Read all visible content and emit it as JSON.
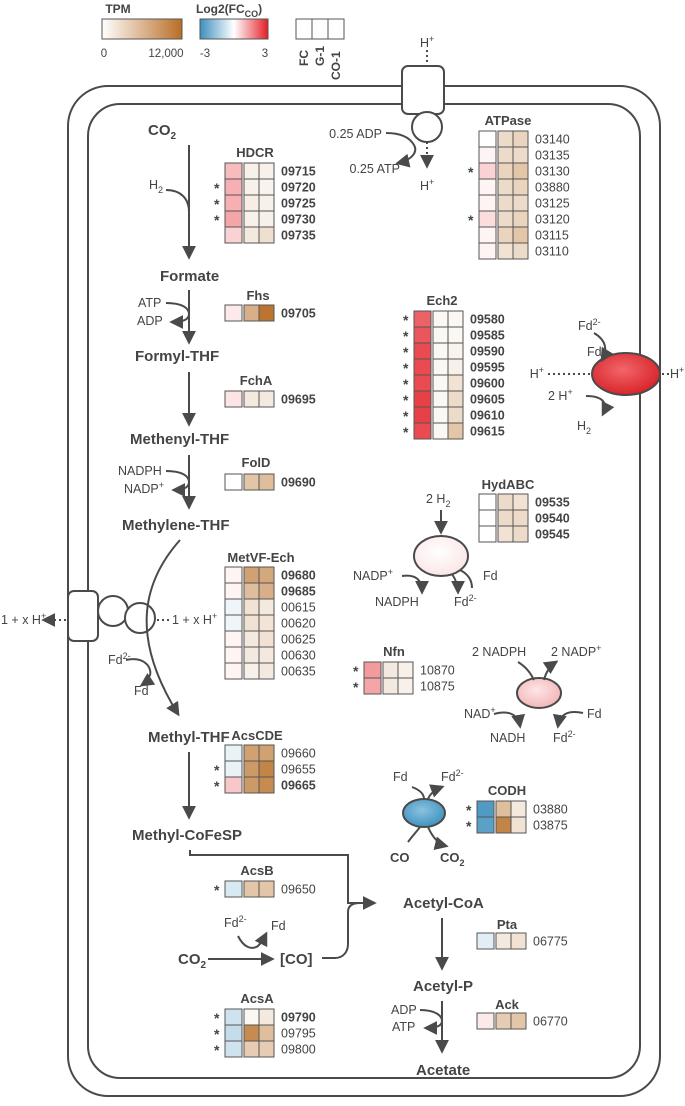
{
  "colors": {
    "tpm_low": "#ffffff",
    "tpm_high": "#b86e26",
    "fc_low": "#3d8fbd",
    "fc_mid": "#ffffff",
    "fc_high": "#e41e26",
    "line": "#4a4a4a",
    "cell_border": "#555555"
  },
  "legend": {
    "tpm_title": "TPM",
    "tpm_min": "0",
    "tpm_max": "12,000",
    "fc_title": "Log2(FC",
    "fc_title_sub": "CO",
    "fc_title_end": ")",
    "fc_min": "-3",
    "fc_max": "3",
    "columns": [
      "FC",
      "G-1",
      "CO-1"
    ]
  },
  "metabolites": {
    "co2_top": "CO",
    "formate": "Formate",
    "formyl_thf": "Formyl-THF",
    "methenyl_thf": "Methenyl-THF",
    "methylene_thf": "Methylene-THF",
    "methyl_thf": "Methyl-THF",
    "methyl_cofesp": "Methyl-CoFeSP",
    "acetyl_coa": "Acetyl-CoA",
    "acetyl_p": "Acetyl-P",
    "acetate": "Acetate",
    "co2_bottom": "CO",
    "co_bracket": "[CO]",
    "sub2": "2"
  },
  "cofactors": {
    "h2": "H",
    "h2_sub": "2",
    "atp": "ATP",
    "adp": "ADP",
    "nadph": "NADPH",
    "nadp": "NADP",
    "plus": "+",
    "fd2": "Fd",
    "fd2_sup": "2-",
    "fd": "Fd",
    "mem_left": "1 + x H",
    "mem_right": "1 + x H",
    "atp_adp": "0.25 ADP",
    "atp_atp": "0.25 ATP",
    "h_plus": "H",
    "ech_fd2": "Fd",
    "ech_fd": "Fd",
    "ech_h_in": "H",
    "ech_2h": "2 H",
    "ech_h2": "H",
    "ech_h_out": "H",
    "hyd_2h2": "2 H",
    "hyd_nadp": "NADP",
    "hyd_nadph": "NADPH",
    "hyd_fd2": "Fd",
    "hyd_fd": "Fd",
    "nfn_2nadph": "2 NADPH",
    "nfn_2nadp": "2 NADP",
    "nfn_nad": "NAD",
    "nfn_nadh": "NADH",
    "nfn_fd": "Fd",
    "nfn_fd2": "Fd",
    "codh_fd": "Fd",
    "codh_fd2": "Fd",
    "codh_co": "CO",
    "codh_co2": "CO",
    "acsa_fd2": "Fd",
    "acsa_fd": "Fd",
    "ack_adp": "ADP",
    "ack_atp": "ATP"
  },
  "enzymes": [
    {
      "key": "hdcr",
      "name": "HDCR",
      "rows": [
        {
          "fc": 0.3,
          "g1": 0.1,
          "co1": 0.1,
          "gene": "09715",
          "bold": true,
          "star": false
        },
        {
          "fc": 0.35,
          "g1": 0.1,
          "co1": 0.08,
          "gene": "09720",
          "bold": true,
          "star": true
        },
        {
          "fc": 0.35,
          "g1": 0.12,
          "co1": 0.1,
          "gene": "09725",
          "bold": true,
          "star": true
        },
        {
          "fc": 0.4,
          "g1": 0.1,
          "co1": 0.1,
          "gene": "09730",
          "bold": true,
          "star": true
        },
        {
          "fc": 0.2,
          "g1": 0.15,
          "co1": 0.22,
          "gene": "09735",
          "bold": true,
          "star": false
        }
      ]
    },
    {
      "key": "fhs",
      "name": "Fhs",
      "rows": [
        {
          "fc": 0.1,
          "g1": 0.55,
          "co1": 0.95,
          "gene": "09705",
          "bold": true,
          "star": false
        }
      ]
    },
    {
      "key": "fcha",
      "name": "FchA",
      "rows": [
        {
          "fc": 0.12,
          "g1": 0.15,
          "co1": 0.15,
          "gene": "09695",
          "bold": true,
          "star": false
        }
      ]
    },
    {
      "key": "fold",
      "name": "FolD",
      "rows": [
        {
          "fc": 0.0,
          "g1": 0.4,
          "co1": 0.45,
          "gene": "09690",
          "bold": true,
          "star": false
        }
      ]
    },
    {
      "key": "metvf",
      "name": "MetVF-Ech",
      "rows": [
        {
          "fc": 0.05,
          "g1": 0.65,
          "co1": 0.6,
          "gene": "09680",
          "bold": true,
          "star": false
        },
        {
          "fc": 0.05,
          "g1": 0.45,
          "co1": 0.55,
          "gene": "09685",
          "bold": true,
          "star": false
        },
        {
          "fc": -0.08,
          "g1": 0.2,
          "co1": 0.15,
          "gene": "00615",
          "bold": false,
          "star": false
        },
        {
          "fc": -0.08,
          "g1": 0.2,
          "co1": 0.18,
          "gene": "00620",
          "bold": false,
          "star": false
        },
        {
          "fc": 0.05,
          "g1": 0.15,
          "co1": 0.2,
          "gene": "00625",
          "bold": false,
          "star": false
        },
        {
          "fc": 0.05,
          "g1": 0.15,
          "co1": 0.15,
          "gene": "00630",
          "bold": false,
          "star": false
        },
        {
          "fc": 0.05,
          "g1": 0.1,
          "co1": 0.15,
          "gene": "00635",
          "bold": false,
          "star": false
        }
      ]
    },
    {
      "key": "acscde",
      "name": "AcsCDE",
      "rows": [
        {
          "fc": -0.12,
          "g1": 0.65,
          "co1": 0.65,
          "gene": "09660",
          "bold": false,
          "star": false
        },
        {
          "fc": -0.12,
          "g1": 0.7,
          "co1": 0.85,
          "gene": "09655",
          "bold": false,
          "star": true
        },
        {
          "fc": 0.25,
          "g1": 0.7,
          "co1": 0.8,
          "gene": "09665",
          "bold": true,
          "star": true
        }
      ]
    },
    {
      "key": "acsb",
      "name": "AcsB",
      "rows": [
        {
          "fc": -0.2,
          "g1": 0.4,
          "co1": 0.4,
          "gene": "09650",
          "bold": false,
          "star": true
        }
      ]
    },
    {
      "key": "acsa",
      "name": "AcsA",
      "rows": [
        {
          "fc": -0.25,
          "g1": 0.05,
          "co1": 0.15,
          "gene": "09790",
          "bold": true,
          "star": true
        },
        {
          "fc": -0.3,
          "g1": 0.8,
          "co1": 0.45,
          "gene": "09795",
          "bold": false,
          "star": true
        },
        {
          "fc": -0.25,
          "g1": 0.35,
          "co1": 0.35,
          "gene": "09800",
          "bold": false,
          "star": true
        }
      ]
    },
    {
      "key": "atpase",
      "name": "ATPase",
      "rows": [
        {
          "fc": 0.0,
          "g1": 0.25,
          "co1": 0.3,
          "gene": "03140",
          "bold": false,
          "star": false
        },
        {
          "fc": 0.05,
          "g1": 0.25,
          "co1": 0.25,
          "gene": "03135",
          "bold": false,
          "star": false
        },
        {
          "fc": 0.2,
          "g1": 0.3,
          "co1": 0.4,
          "gene": "03130",
          "bold": false,
          "star": true
        },
        {
          "fc": 0.05,
          "g1": 0.25,
          "co1": 0.3,
          "gene": "03880",
          "bold": false,
          "star": false
        },
        {
          "fc": 0.05,
          "g1": 0.25,
          "co1": 0.25,
          "gene": "03125",
          "bold": false,
          "star": false
        },
        {
          "fc": 0.15,
          "g1": 0.25,
          "co1": 0.3,
          "gene": "03120",
          "bold": false,
          "star": true
        },
        {
          "fc": 0.05,
          "g1": 0.3,
          "co1": 0.4,
          "gene": "03115",
          "bold": false,
          "star": false
        },
        {
          "fc": 0.05,
          "g1": 0.2,
          "co1": 0.25,
          "gene": "03110",
          "bold": false,
          "star": false
        }
      ]
    },
    {
      "key": "ech2",
      "name": "Ech2",
      "rows": [
        {
          "fc": 0.7,
          "g1": 0.05,
          "co1": 0.05,
          "gene": "09580",
          "bold": true,
          "star": true
        },
        {
          "fc": 0.75,
          "g1": 0.05,
          "co1": 0.05,
          "gene": "09585",
          "bold": true,
          "star": true
        },
        {
          "fc": 0.8,
          "g1": 0.05,
          "co1": 0.08,
          "gene": "09590",
          "bold": true,
          "star": true
        },
        {
          "fc": 0.8,
          "g1": 0.05,
          "co1": 0.1,
          "gene": "09595",
          "bold": true,
          "star": true
        },
        {
          "fc": 0.8,
          "g1": 0.05,
          "co1": 0.2,
          "gene": "09600",
          "bold": true,
          "star": true
        },
        {
          "fc": 0.85,
          "g1": 0.05,
          "co1": 0.25,
          "gene": "09605",
          "bold": true,
          "star": true
        },
        {
          "fc": 0.85,
          "g1": 0.05,
          "co1": 0.25,
          "gene": "09610",
          "bold": true,
          "star": true
        },
        {
          "fc": 0.8,
          "g1": 0.05,
          "co1": 0.4,
          "gene": "09615",
          "bold": true,
          "star": true
        }
      ]
    },
    {
      "key": "hydabc",
      "name": "HydABC",
      "rows": [
        {
          "fc": 0.0,
          "g1": 0.25,
          "co1": 0.2,
          "gene": "09535",
          "bold": true,
          "star": false
        },
        {
          "fc": 0.0,
          "g1": 0.25,
          "co1": 0.25,
          "gene": "09540",
          "bold": true,
          "star": false
        },
        {
          "fc": 0.0,
          "g1": 0.2,
          "co1": 0.25,
          "gene": "09545",
          "bold": true,
          "star": false
        }
      ]
    },
    {
      "key": "nfn",
      "name": "Nfn",
      "rows": [
        {
          "fc": 0.45,
          "g1": 0.15,
          "co1": 0.1,
          "gene": "10870",
          "bold": false,
          "star": true
        },
        {
          "fc": 0.4,
          "g1": 0.15,
          "co1": 0.1,
          "gene": "10875",
          "bold": false,
          "star": true
        }
      ]
    },
    {
      "key": "codh",
      "name": "CODH",
      "rows": [
        {
          "fc": -0.9,
          "g1": 0.45,
          "co1": 0.15,
          "gene": "03880",
          "bold": false,
          "star": true
        },
        {
          "fc": -0.85,
          "g1": 0.85,
          "co1": 0.2,
          "gene": "03875",
          "bold": false,
          "star": true
        }
      ]
    },
    {
      "key": "pta",
      "name": "Pta",
      "rows": [
        {
          "fc": -0.15,
          "g1": 0.15,
          "co1": 0.2,
          "gene": "06775",
          "bold": false,
          "star": false
        }
      ]
    },
    {
      "key": "ack",
      "name": "Ack",
      "rows": [
        {
          "fc": 0.1,
          "g1": 0.35,
          "co1": 0.4,
          "gene": "06770",
          "bold": false,
          "star": false
        }
      ]
    }
  ]
}
